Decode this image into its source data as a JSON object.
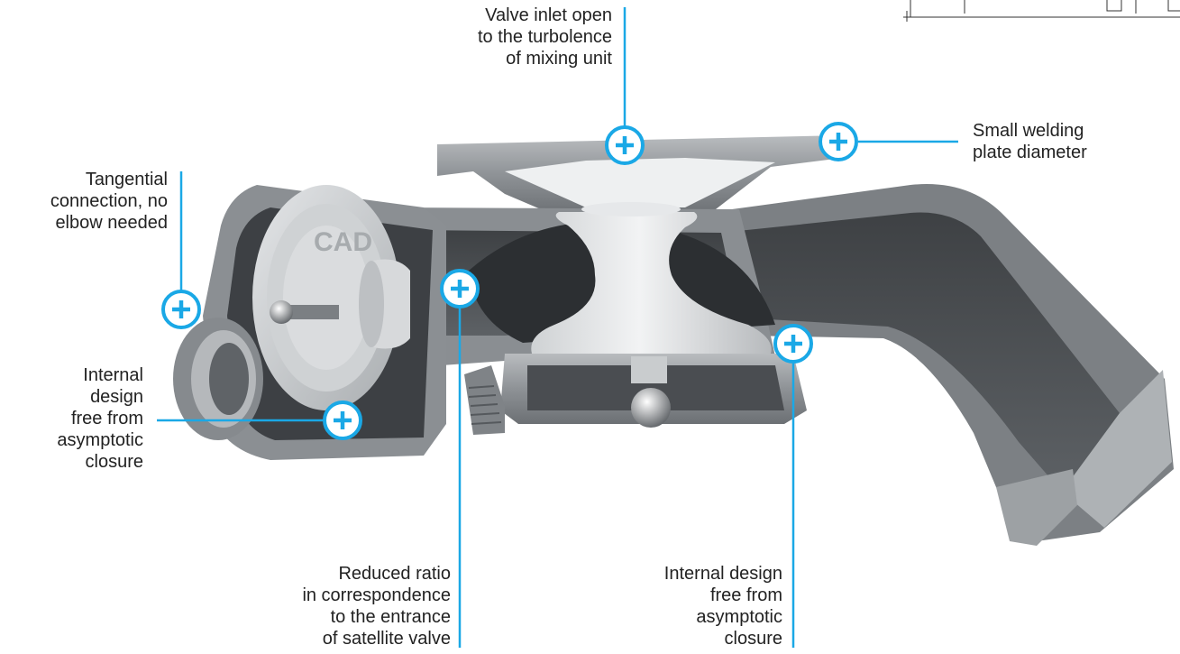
{
  "accent_color": "#1aa8e6",
  "callouts": [
    {
      "id": "valve-inlet",
      "lines": [
        "Valve inlet open",
        "to the turbolence",
        "of mixing unit"
      ]
    },
    {
      "id": "welding-plate",
      "lines": [
        "Small welding",
        "plate diameter"
      ]
    },
    {
      "id": "tangential",
      "lines": [
        "Tangential",
        "connection, no",
        "elbow needed"
      ]
    },
    {
      "id": "internal-left",
      "lines": [
        "Internal",
        "design",
        "free from",
        "asymptotic",
        "closure"
      ]
    },
    {
      "id": "reduced-ratio",
      "lines": [
        "Reduced ratio",
        "in correspondence",
        "to the entrance",
        "of satellite valve"
      ]
    },
    {
      "id": "internal-bottom",
      "lines": [
        "Internal design",
        "free from",
        "asymptotic",
        "closure"
      ]
    }
  ],
  "watermark": "CAD",
  "icons": {
    "hotspot": "plus-circle-icon"
  }
}
